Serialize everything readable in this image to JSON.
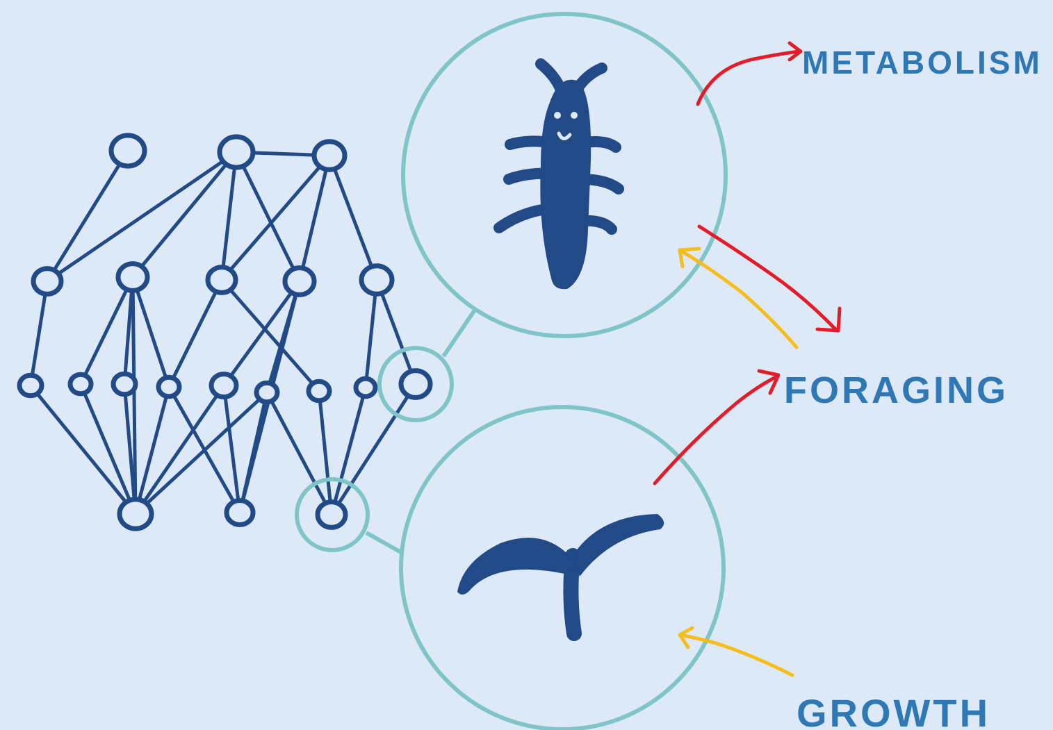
{
  "labels": {
    "metabolism": "Metabolism",
    "foraging": "Foraging",
    "growth": "Growth"
  },
  "colors": {
    "background": "#dde9f6",
    "network": "#214a87",
    "highlight_circle": "#7fc5c8",
    "label_text": "#2f78b6",
    "arrow_red": "#e21d2a",
    "arrow_yellow": "#f6bd1d"
  },
  "icons": {
    "top_circle": "worm-icon",
    "bottom_circle": "seedling-icon"
  },
  "network": {
    "layers": 4,
    "nodes_per_layer": [
      3,
      5,
      9,
      3
    ],
    "highlighted_nodes": [
      "layer3-node9",
      "layer4-node3"
    ]
  }
}
